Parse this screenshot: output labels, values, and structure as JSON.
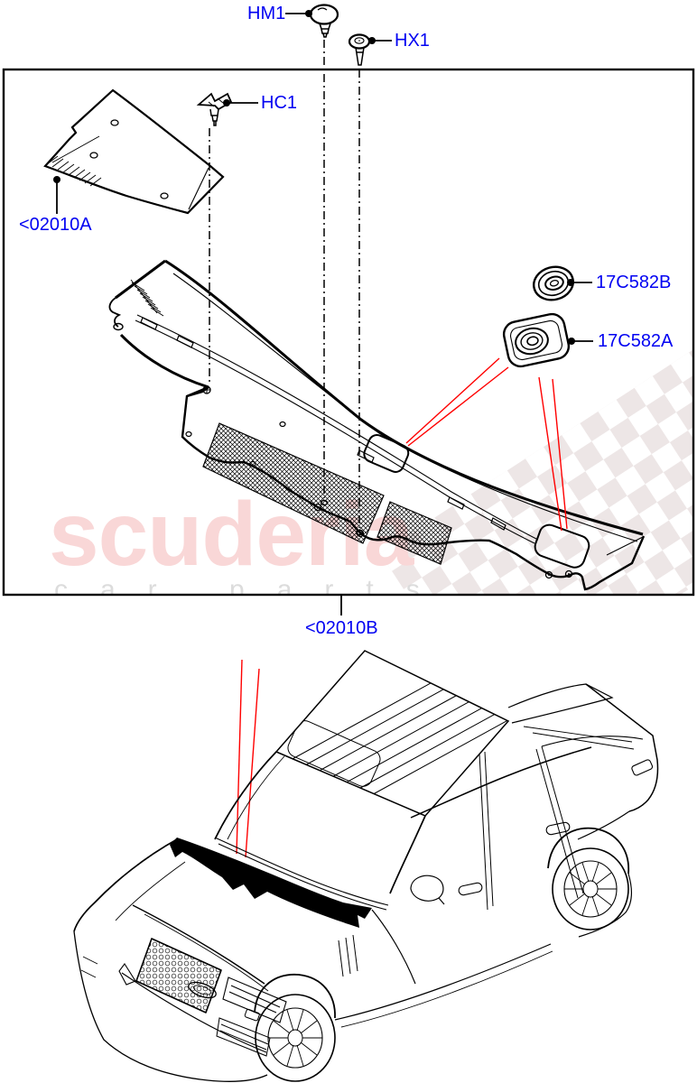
{
  "diagram": {
    "type": "vehicle-parts-exploded-diagram",
    "subject": "cowl panel / windscreen cowl grille",
    "watermark": {
      "brand": "scuderia",
      "tagline": "car parts"
    },
    "colors": {
      "label_blue": "#0202f2",
      "callout_red": "#ff0000",
      "line_black": "#000000",
      "watermark_pink": "#f9d7d7",
      "watermark_gray": "#dcdcdc",
      "checker_gray": "#eae2e2",
      "background": "#ffffff"
    },
    "callouts": {
      "hm1": {
        "label": "HM1"
      },
      "hx1": {
        "label": "HX1"
      },
      "hc1": {
        "label": "HC1"
      },
      "p02010a": {
        "label": "<02010A"
      },
      "p17c582b": {
        "label": "17C582B"
      },
      "p17c582a": {
        "label": "17C582A"
      },
      "p02010b": {
        "label": "<02010B"
      }
    }
  }
}
